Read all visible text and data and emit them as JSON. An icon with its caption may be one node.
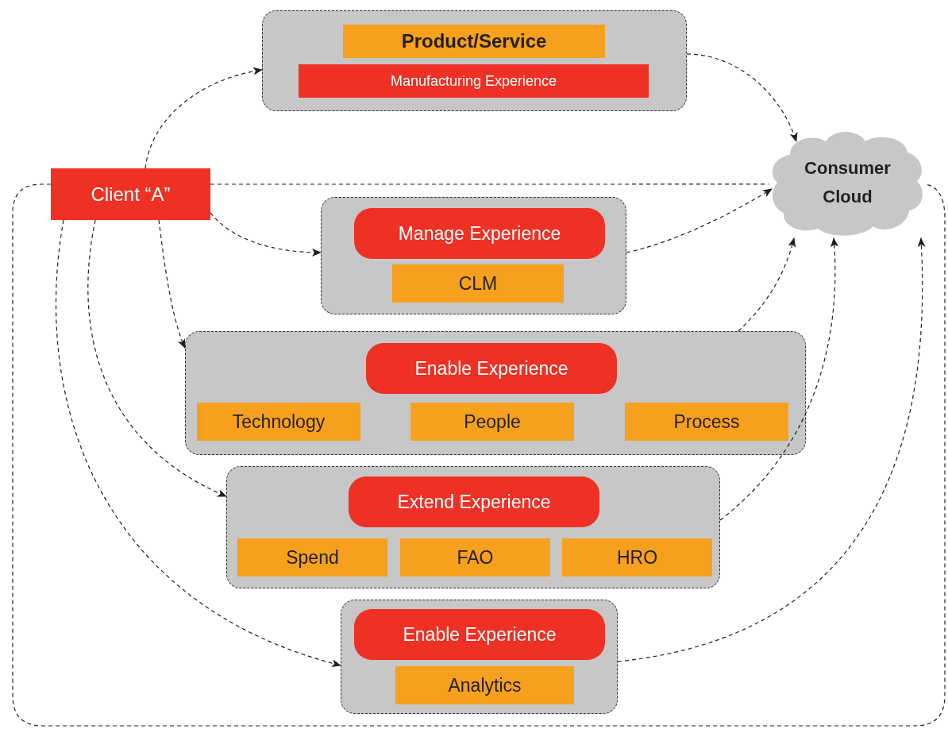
{
  "diagram": {
    "nodes": [
      {
        "text": [],
        "shape": "box"
      },
      {
        "text": [
          "Product/Service"
        ],
        "in": 0
      },
      {
        "text": [
          "Manufacturing Experience"
        ],
        "in": 0
      },
      {
        "text": [
          "Consumer Cloud"
        ]
      },
      {
        "text": [
          "Client “A”"
        ]
      },
      {
        "text": [],
        "shape": "box"
      },
      {
        "text": [
          "Manage Experience"
        ],
        "in": 5
      },
      {
        "text": [
          "CLM"
        ],
        "in": 5
      },
      {
        "text": [],
        "shape": "box"
      },
      {
        "text": [
          "Enable Experience"
        ],
        "in": 8
      },
      {
        "text": [
          "Technology"
        ],
        "in": 8
      },
      {
        "text": [
          "People"
        ],
        "in": 8
      },
      {
        "text": [
          "Process"
        ],
        "in": 8
      },
      {
        "text": [],
        "shape": "box"
      },
      {
        "text": [
          "Extend Experience"
        ],
        "in": 13
      },
      {
        "text": [
          "Spend"
        ],
        "in": 13
      },
      {
        "text": [
          "FAO"
        ],
        "in": 13
      },
      {
        "text": [
          "HRO"
        ],
        "in": 13
      },
      {
        "text": [],
        "shape": "box"
      },
      {
        "text": [
          "Enable Experience"
        ],
        "in": 18
      },
      {
        "text": [
          "Analytics"
        ],
        "in": 18
      }
    ],
    "edges": [
      {
        "from": 4,
        "to": 0,
        "arrow": "to",
        "style": "dashed"
      },
      {
        "from": 0,
        "to": 3,
        "arrow": "to",
        "style": "dashed"
      },
      {
        "from": 4,
        "to": 5,
        "arrow": "to",
        "style": "dashed"
      },
      {
        "from": 5,
        "to": 3,
        "arrow": "to",
        "style": "dashed"
      },
      {
        "from": 4,
        "to": 8,
        "arrow": "to",
        "style": "dashed"
      },
      {
        "from": 8,
        "to": 3,
        "arrow": "to",
        "style": "dashed"
      },
      {
        "from": 4,
        "to": 13,
        "arrow": "to",
        "style": "dashed"
      },
      {
        "from": 13,
        "to": 3,
        "arrow": "to",
        "style": "dashed"
      },
      {
        "from": 4,
        "to": 18,
        "arrow": "to",
        "style": "dashed"
      },
      {
        "from": 18,
        "to": 3,
        "arrow": "to",
        "style": "dashed"
      },
      {
        "from": 4,
        "to": 3,
        "arrow": "none",
        "style": "dashed"
      },
      {
        "from": 4,
        "to": 3,
        "arrow": "none",
        "style": "dashed"
      }
    ]
  }
}
